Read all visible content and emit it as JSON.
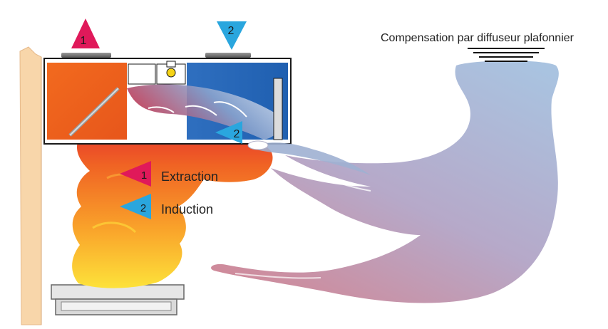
{
  "ceiling_diffuser_label": "Compensation par diffuseur plafonnier",
  "markers": {
    "extraction_number": "1",
    "induction_number": "2"
  },
  "legend": [
    {
      "number": "1",
      "label": "Extraction"
    },
    {
      "number": "2",
      "label": "Induction"
    }
  ],
  "colors": {
    "extraction": "#e0195a",
    "induction": "#2aa6de",
    "hood_outline": "#1a1a1a",
    "wall": "#f8d6aa"
  }
}
